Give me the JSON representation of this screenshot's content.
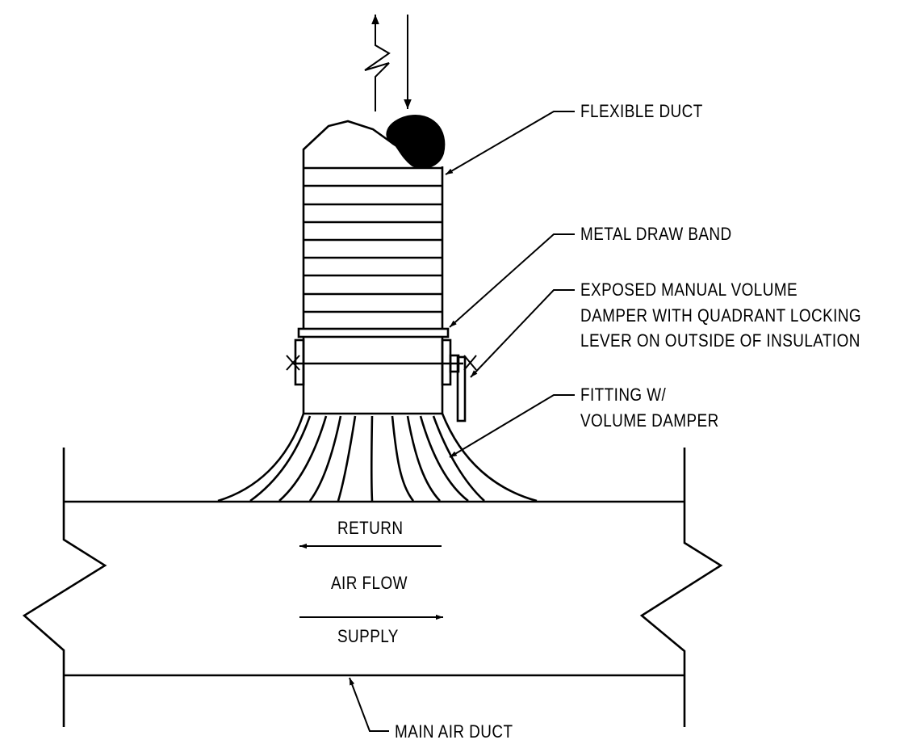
{
  "labels": {
    "flexible_duct": "FLEXIBLE DUCT",
    "metal_draw_band": "METAL DRAW BAND",
    "damper_note": [
      "EXPOSED MANUAL VOLUME",
      "DAMPER WITH QUADRANT LOCKING",
      "LEVER ON OUTSIDE OF INSULATION"
    ],
    "fitting_note": [
      "FITTING W/",
      "VOLUME DAMPER"
    ],
    "return": "RETURN",
    "air_flow": "AIR FLOW",
    "supply": "SUPPLY",
    "main_air_duct": "MAIN AIR DUCT"
  },
  "colors": {
    "line": "#000000",
    "background": "#ffffff"
  }
}
